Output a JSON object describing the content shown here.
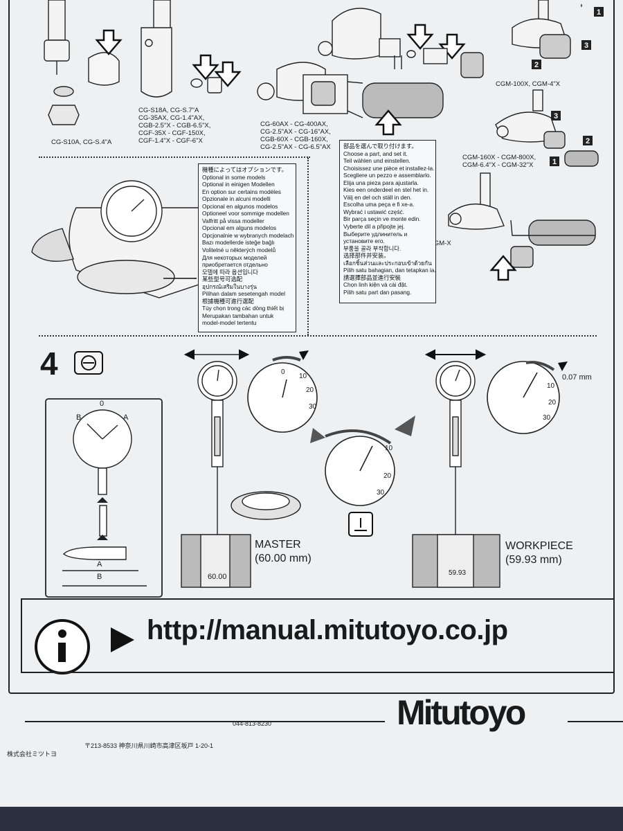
{
  "top_models": {
    "cg_s10a": "CG-S10A, CG-S.4\"A",
    "cg_s18a": "CG-S18A, CG-S.7\"A\nCG-35AX, CG-1.4\"AX,\nCGB-2.5\"X - CGB-6.5\"X,\nCGF-35X - CGF-150X,\nCGF-1.4\"X - CGF-6\"X",
    "cg_60ax": "CG-60AX - CG-400AX,\nCG-2.5\"AX - CG-16\"AX,\nCGB-60X - CGB-160X,\nCG-2.5\"AX - CG-6.5\"AX",
    "cgm_100x": "CGM-100X, CGM-4\"X",
    "cgm_160x": "CGM-160X - CGM-800X,\nCGM-6.4\"X - CGM-32\"X",
    "cgm_x": "CGM-X"
  },
  "choose_part": [
    "部品を選んで取り付けます。",
    "Choose a part, and set it.",
    "Teil wählen und einstellen.",
    "Choisissez une pièce et installez-la.",
    "Scegliere un pezzo e assemblarlo.",
    "Elija una pieza para ajustarla.",
    "Kies een onderdeel en stel het in.",
    "Välj en del och ställ in den.",
    "Escolha uma peça e fi xe-a.",
    "Wybrać i ustawić część.",
    "Bir parça seçin ve monte edin.",
    "Vyberte díl a připojte jej.",
    "Выберите удлинитель и",
    "установите его.",
    "부품을 골라 부착합니다.",
    "选择部件并安装。",
    "เลือกชิ้นส่วนและประกอบเข้าด้วยกัน",
    "Pilih satu bahagian, dan tetapkan ia.",
    "請選擇部品並進行安裝",
    "Chọn linh kiện và cài đặt.",
    "Pilih satu part dan pasang."
  ],
  "optional": [
    "機種によってはオプションです。",
    "Optional in some models",
    "Optional in einigen Modellen",
    "En option sur certains modèles",
    "Opzionale in alcuni modelli",
    "Opcional en algunos modelos",
    "Optioneel voor sommige modellen",
    "Valfritt på vissa modeller",
    "Opcional em alguns modelos",
    "Opcjonalnie w wybranych modelach",
    "Bazı modellerde isteğe bağlı",
    "Volitelné u některých modelů",
    "Для некоторых моделей",
    "приобретается отдельно",
    "모델에 따라 옵션입니다",
    "某些型号可选配",
    "อุปกรณ์เสริมในบางรุ่น",
    "Pilihan dalam sesetengah model",
    "根據機種可進行選配",
    "Tùy chọn trong các dòng thiết bị",
    "Merupakan tambahan untuk",
    "model-model tertentu"
  ],
  "step4": {
    "number": "4",
    "master_label": "MASTER",
    "master_size": "(60.00 mm)",
    "master_dim": "60.00",
    "workpiece_label": "WORKPIECE",
    "workpiece_size": "(59.93 mm)",
    "workpiece_dim": "59.93",
    "reading": "0.07 mm",
    "dial_zero": "0",
    "dial_10": "10",
    "dial_20": "20",
    "dial_30": "30",
    "dir_a": "A",
    "dir_b": "B",
    "dim_a": "A",
    "dim_b": "B"
  },
  "info": {
    "url": "http://manual.mitutoyo.co.jp"
  },
  "footer": {
    "logo": "Mitutoyo",
    "company": "株式会社ミツトヨ",
    "address": "〒213-8533 神奈川県川崎市高津区坂戸 1-20-1",
    "phone": "044-813-8230"
  },
  "icons": [
    "arrow-down-icon",
    "arrow-up-icon",
    "step-badge-icon",
    "bore-gauge-icon",
    "dial-icon",
    "zero-set-icon",
    "info-icon",
    "play-arrow-icon"
  ]
}
